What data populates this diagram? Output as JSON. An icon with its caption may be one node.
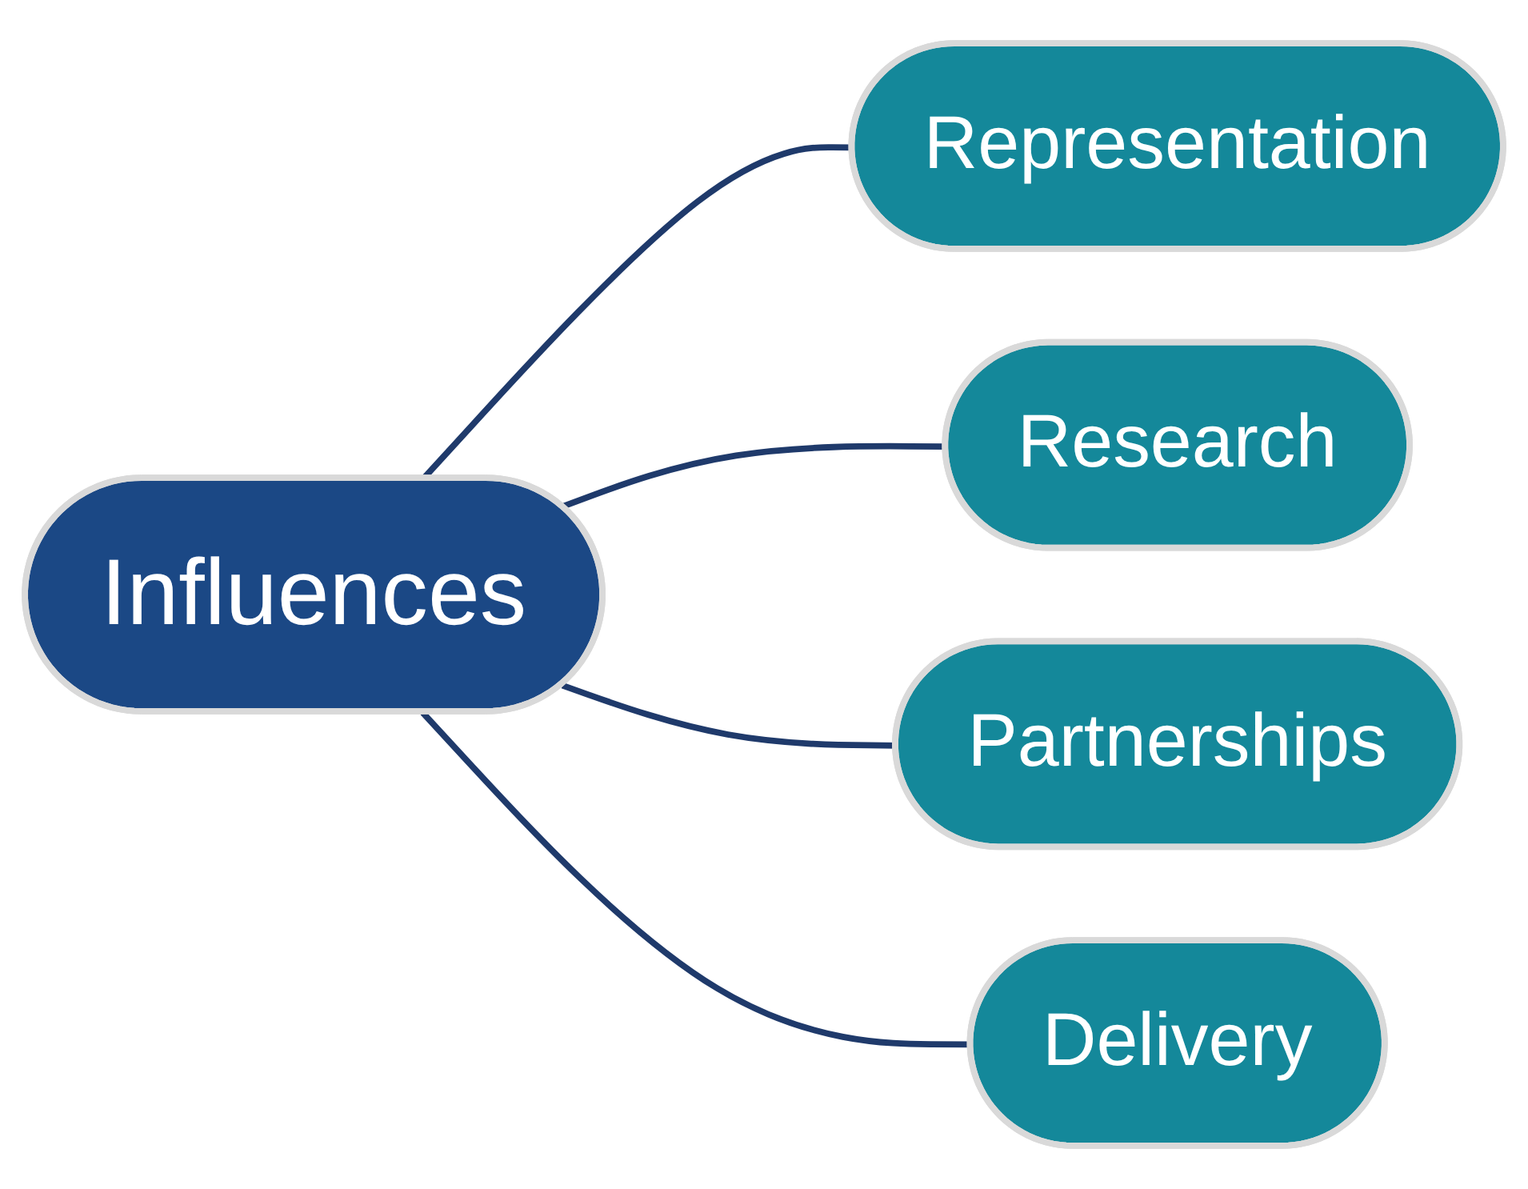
{
  "diagram": {
    "nodes": [
      {
        "text": [
          "Influences"
        ]
      },
      {
        "text": [
          "Representation"
        ]
      },
      {
        "text": [
          "Research"
        ]
      },
      {
        "text": [
          "Partnerships"
        ]
      },
      {
        "text": [
          "Delivery"
        ]
      }
    ],
    "edges": [
      {
        "from": 0,
        "to": 1,
        "arrow": "none"
      },
      {
        "from": 0,
        "to": 2,
        "arrow": "none"
      },
      {
        "from": 0,
        "to": 3,
        "arrow": "none"
      },
      {
        "from": 0,
        "to": 4,
        "arrow": "none"
      }
    ]
  }
}
